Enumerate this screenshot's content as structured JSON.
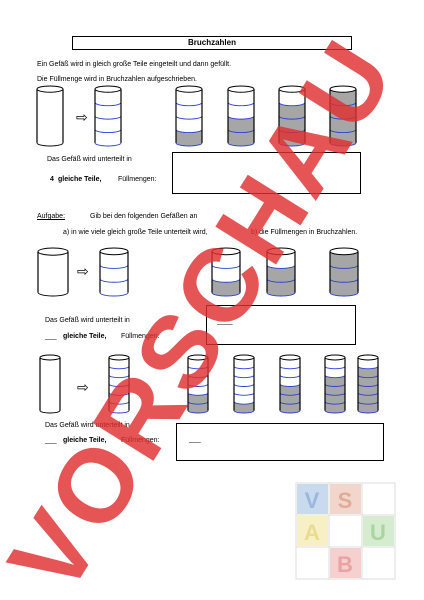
{
  "title": "Bruchzahlen",
  "intro": {
    "line1": "Ein Gefäß wird in gleich große Teile eingeteilt und dann gefüllt.",
    "line2": "Die Füllmenge wird in Bruchzahlen aufgeschrieben."
  },
  "example": {
    "divided_text": "Das Gefäß wird unterteilt in",
    "parts_number": "4",
    "parts_label": "gleiche Teile,",
    "fill_label": "Füllmengen:",
    "vessel_parts": 4,
    "fills": [
      1,
      2,
      3,
      4
    ]
  },
  "task": {
    "label": "Aufgabe:",
    "instruction": "Gib bei den folgenden Gefäßen an",
    "sub_a": "a)   in wie viele gleich große Teile unterteilt wird,",
    "sub_b": "b)   die Füllmengen in Bruchzahlen."
  },
  "exercise1": {
    "divided_text": "Das Gefäß wird unterteilt in",
    "blank": "___",
    "parts_label": "gleiche Teile,",
    "fill_label": "Füllmengen:",
    "answer_line": "____",
    "vessel_parts": 3,
    "fills": [
      1,
      2,
      3
    ]
  },
  "exercise2": {
    "divided_text": "Das Gefäß wird unterteilt in",
    "blank": "___",
    "parts_label": "gleiche Teile,",
    "fill_label": "Füllmengen:",
    "answer_line": "___",
    "vessel_parts": 6,
    "fills": [
      2,
      1,
      3,
      4,
      5,
      6
    ]
  },
  "arrow_symbol": "⇨",
  "watermark": "VORSCHAU",
  "logo": [
    "V",
    "S",
    "A",
    "U",
    "B"
  ],
  "colors": {
    "fill": "#a6a6a6",
    "divider": "#2a3fd6",
    "watermark": "#e03030"
  }
}
